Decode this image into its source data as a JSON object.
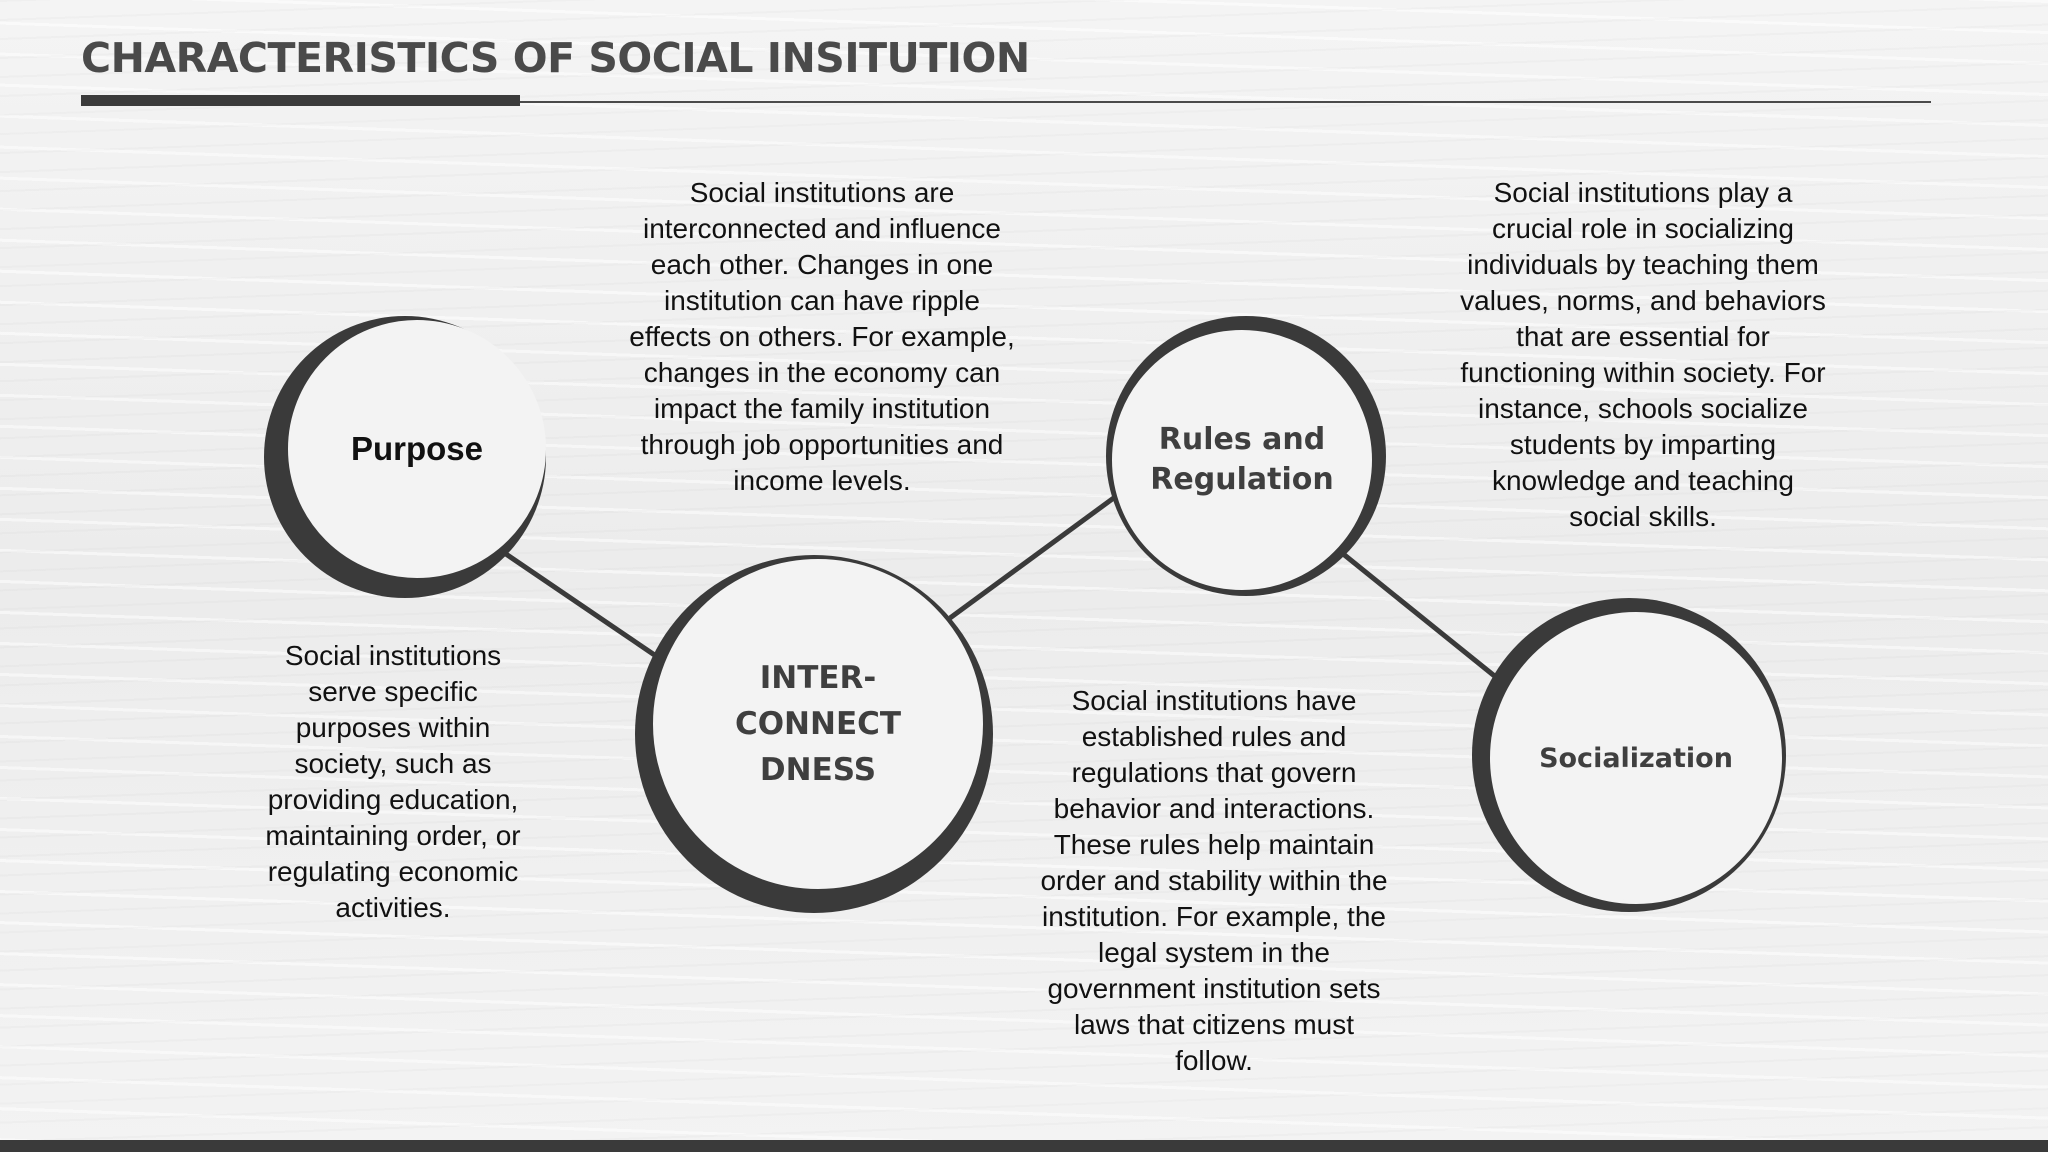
{
  "slide": {
    "title": "CHARACTERISTICS OF SOCIAL INSITUTION"
  },
  "nodes": {
    "purpose": {
      "label": "Purpose",
      "description": "Social institutions serve specific purposes within society, such as providing education, maintaining order, or regulating economic activities."
    },
    "interconnectedness": {
      "label_lines": [
        "INTER-",
        "CONNECT",
        "DNESS"
      ],
      "description": "Social institutions are interconnected and influence each other. Changes in one institution can have ripple effects on others. For example, changes in the economy can impact the family institution through job opportunities and income levels."
    },
    "rules": {
      "label_lines": [
        "Rules and",
        "Regulation"
      ],
      "description": "Social institutions have established rules and regulations that govern behavior and interactions. These rules help maintain order and stability within the institution. For example, the legal system in the government institution sets laws that citizens must follow."
    },
    "socialization": {
      "label": "Socialization",
      "description": "Social institutions play a crucial role in socializing individuals by teaching them values, norms, and behaviors that are essential for functioning within society. For instance, schools socialize students by imparting knowledge and teaching social skills."
    }
  },
  "colors": {
    "accent": "#3a3a3a",
    "title": "#4a4a4a",
    "background": "#f2f2f2"
  }
}
